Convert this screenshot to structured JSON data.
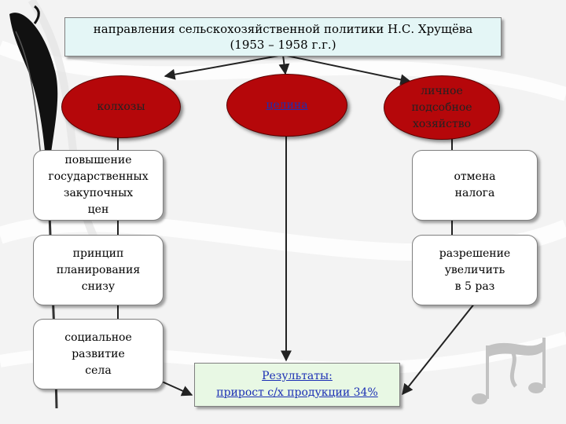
{
  "title": {
    "line1": "направления сельскохозяйственной политики Н.С. Хрущёва",
    "line2": "(1953 – 1958 г.г.)"
  },
  "ovals": {
    "left": "колхозы",
    "center": "целина",
    "right": "личное подсобное хозяйство"
  },
  "left_cards": [
    "повышение\nгосударственных\nзакупочных\nцен",
    "принцип\nпланирования\nснизу",
    "социальное\nразвитие\nсела"
  ],
  "right_cards": [
    "отмена\nналога",
    "разрешение\nувеличить\nв 5 раз"
  ],
  "result": {
    "line1": "Результаты:",
    "line2": "прирост с/х продукции 34%"
  },
  "colors": {
    "oval_fill": "#b5070a",
    "title_bg": "#e4f6f6",
    "result_bg": "#e8f8e4",
    "link_blue": "#1b2fb4"
  }
}
